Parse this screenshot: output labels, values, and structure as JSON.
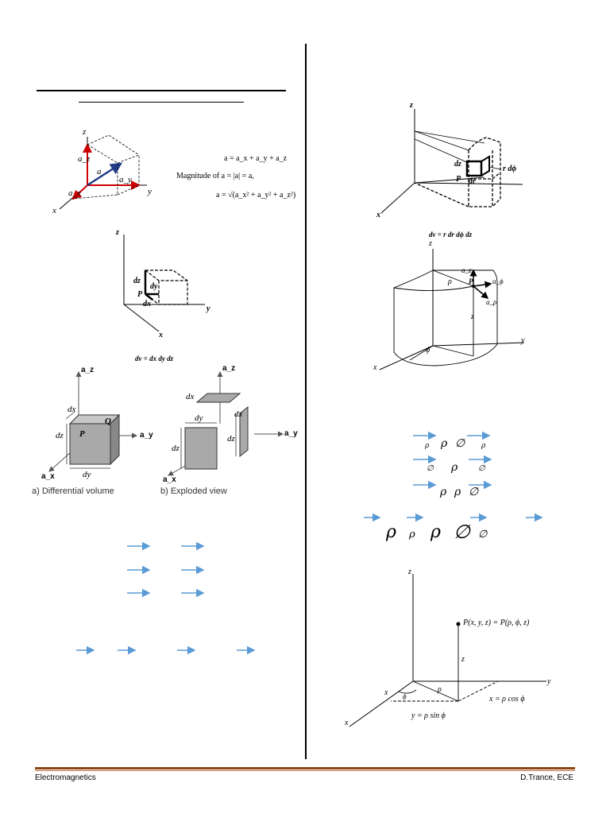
{
  "footer": {
    "left": "Electromagnetics",
    "right": "D.Trance, ECE"
  },
  "colors": {
    "arrow": "#5b9bd5",
    "footer_rule": "#8b4513",
    "face": "#a9a9a9"
  },
  "fig_vector": {
    "axes": {
      "z": "z",
      "y": "y",
      "x": "x"
    },
    "labels": {
      "az": "a_z",
      "ay": "a_y",
      "ax": "a_x",
      "a": "a"
    },
    "eq1": "a = a_x + a_y + a_z",
    "eq2": "Magnitude of a = |a| = a,",
    "eq3": "a = √(a_x² + a_y² + a_z²)"
  },
  "fig_cart_dv": {
    "axes": {
      "z": "z",
      "y": "y",
      "x": "x"
    },
    "labels": {
      "dz": "dz",
      "dy": "dy",
      "dx": "dx",
      "P": "P"
    },
    "caption": "dv = dx dy dz"
  },
  "fig_cube": {
    "labels": {
      "az": "a_z",
      "ay": "a_y",
      "ax": "a_x",
      "dx": "dx",
      "dy": "dy",
      "dz": "dz",
      "P": "P",
      "Q": "Q"
    },
    "caption_a": "a)  Differential volume",
    "caption_b": "b)  Exploded view"
  },
  "fig_cyl_dv": {
    "axes": {
      "z": "z",
      "x": "x"
    },
    "labels": {
      "dz": "dz",
      "dr": "dr",
      "P": "P",
      "rdphi": "r dϕ"
    },
    "caption": "dv = r dr dϕ dz"
  },
  "fig_cylinder": {
    "axes": {
      "z": "z",
      "y": "y",
      "x": "x"
    },
    "labels": {
      "az": "a_z",
      "aphi": "a_ϕ",
      "arho": "a_ρ",
      "rho": "ρ",
      "phi": "ϕ",
      "zlab": "z",
      "P": "P"
    }
  },
  "cyl_symbols": {
    "row1": [
      "ρ",
      "ρ",
      "∅",
      "ρ"
    ],
    "row2": [
      "∅",
      "ρ",
      "∅"
    ],
    "row3": [
      "ρ",
      "ρ",
      "∅"
    ],
    "big": [
      "ρ",
      "ρ",
      "ρ",
      "∅",
      "∅"
    ]
  },
  "fig_coords": {
    "axes": {
      "z": "z",
      "y": "y",
      "x": "x"
    },
    "point": "P(x, y, z) = P(ρ, ϕ, z)",
    "zlab": "z",
    "rho": "ρ",
    "phi": "ϕ",
    "xeq": "x = ρ cos ϕ",
    "yeq": "y = ρ sin ϕ",
    "xlab": "x"
  }
}
